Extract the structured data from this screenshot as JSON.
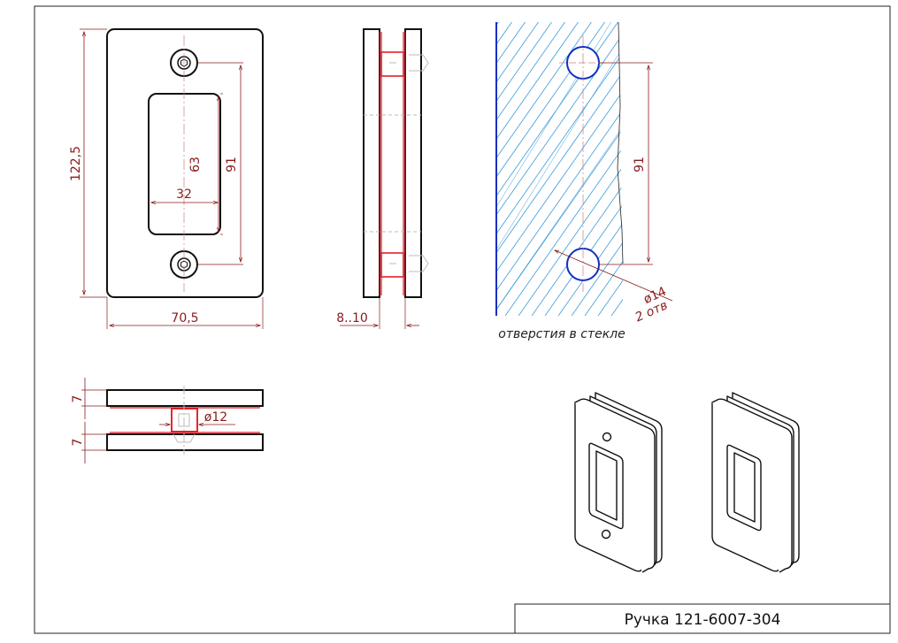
{
  "title_block": {
    "title": "Ручка 121-6007-304"
  },
  "front_view": {
    "height_dim": "122,5",
    "width_dim": "70,5",
    "slot_height_dim": "63",
    "slot_width_dim": "32",
    "hole_spacing_dim": "91"
  },
  "side_view": {
    "glass_thickness_dim": "8..10"
  },
  "glass_view": {
    "hole_spacing_dim": "91",
    "hole_diameter_dim": "ø14",
    "hole_count_dim": "2 отв",
    "caption": "отверстия в стекле"
  },
  "top_view": {
    "plate_thickness_top": "7",
    "plate_thickness_bottom": "7",
    "boss_diameter_dim": "ø12"
  },
  "colors": {
    "outline": "#111111",
    "dimension": "#8a1a1a",
    "section": "#e0101a",
    "glass_hatch": "#3a9ad8",
    "hole": "#1030c0"
  }
}
